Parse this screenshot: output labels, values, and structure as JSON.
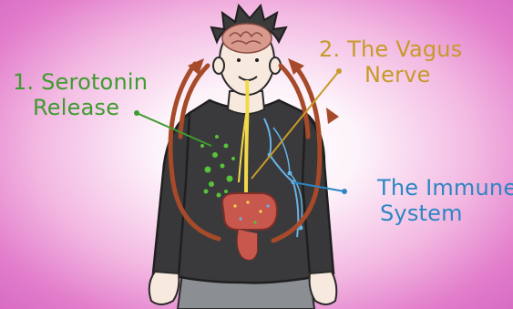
{
  "labels": {
    "serotonin": {
      "line1": "1. Serotonin",
      "line2": "Release",
      "color": "#3e9b2f"
    },
    "vagus": {
      "line1": "2. The Vagus",
      "line2": "Nerve",
      "color": "#c69a2a"
    },
    "immune": {
      "line1": "The Immune",
      "line2": "System",
      "color": "#2c86c2"
    }
  },
  "colors": {
    "background_edge": "#d86cc3",
    "background_center": "#ffffff",
    "shirt": "#3a3a3c",
    "skin": "#f7e9de",
    "hair": "#3b3b3b",
    "arrows": "#a64a2a",
    "gut": "#c8584e",
    "nerve": "#f2d94a",
    "immune": "#66b3e6",
    "serotonin_dots": "#57c23a"
  }
}
